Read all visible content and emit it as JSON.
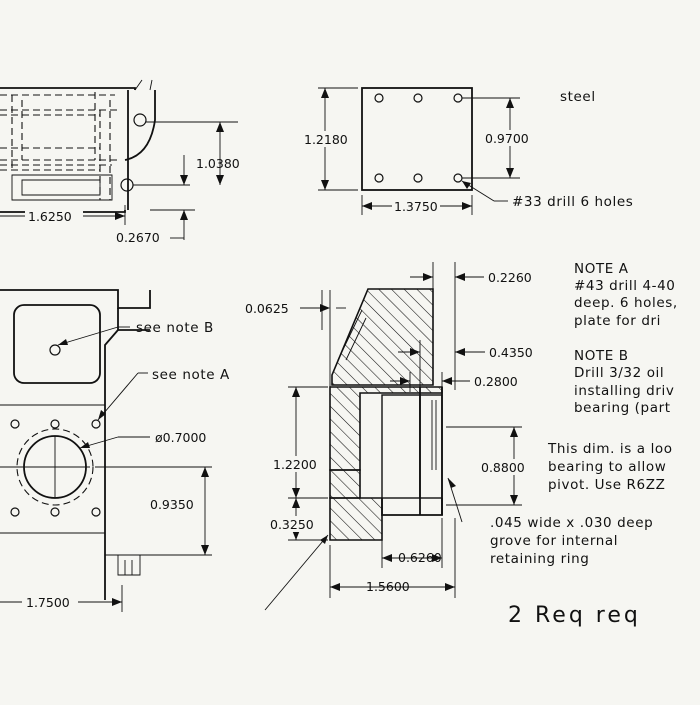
{
  "material": "steel",
  "dimensions": {
    "d_1_0380": "1.0380",
    "d_1_6250": "1.6250",
    "d_0_2670": "0.2670",
    "d_1_2180": "1.2180",
    "d_0_9700": "0.9700",
    "d_1_3750": "1.3750",
    "d_0_2260": "0.2260",
    "d_0_0625": "0.0625",
    "d_0_4350": "0.4350",
    "d_0_2800": "0.2800",
    "d_1_2200": "1.2200",
    "d_0_8800": "0.8800",
    "d_0_3250": "0.3250",
    "d_0_6260": "0.6260",
    "d_1_5600": "1.5600",
    "d_dia_0_7000": "ø0.7000",
    "d_0_9350": "0.9350",
    "d_1_7500": "1.7500"
  },
  "labels": {
    "drill_33": "#33 drill 6 holes",
    "see_note_b": "see note B",
    "see_note_a": "see note A",
    "groove_1": ".045 wide x .030 deep",
    "groove_2": "grove for internal",
    "groove_3": "retaining ring"
  },
  "notes": {
    "note_a_title": "NOTE A",
    "note_a_1": "#43 drill 4-40",
    "note_a_2": "deep. 6 holes,",
    "note_a_3": "plate for dri",
    "note_b_title": "NOTE B",
    "note_b_1": "Drill 3/32 oil",
    "note_b_2": "installing driv",
    "note_b_3": "bearing (part",
    "dim_note_1": "This dim. is a loo",
    "dim_note_2": "bearing to allow",
    "dim_note_3": "pivot.  Use R6ZZ"
  },
  "footer_text": "2 Req  req"
}
